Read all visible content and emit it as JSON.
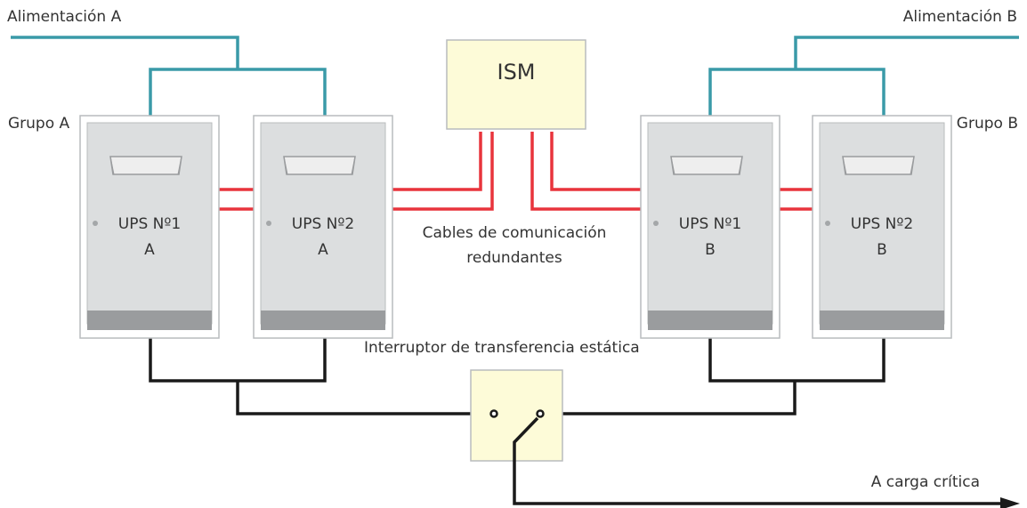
{
  "labels": {
    "feed_a": "Alimentación A",
    "feed_b": "Alimentación B",
    "group_a": "Grupo A",
    "group_b": "Grupo B",
    "ism": "ISM",
    "comm_cables_line1": "Cables de comunicación",
    "comm_cables_line2": "redundantes",
    "sts": "Interruptor de transferencia estática",
    "critical_load": "A carga crítica"
  },
  "ups_units": [
    {
      "id": "ups-1a",
      "line1": "UPS Nº1",
      "line2": "A"
    },
    {
      "id": "ups-2a",
      "line1": "UPS Nº2",
      "line2": "A"
    },
    {
      "id": "ups-1b",
      "line1": "UPS Nº1",
      "line2": "B"
    },
    {
      "id": "ups-2b",
      "line1": "UPS Nº2",
      "line2": "B"
    }
  ],
  "colors": {
    "power_feed": "#3a9aa8",
    "comm_cable": "#e8343c",
    "output_cable": "#1a1a1a",
    "ups_body": "#dcdedf",
    "ups_base": "#9a9c9e",
    "ism_box": "#fdfbd8",
    "sts_box": "#fdfbd8"
  }
}
